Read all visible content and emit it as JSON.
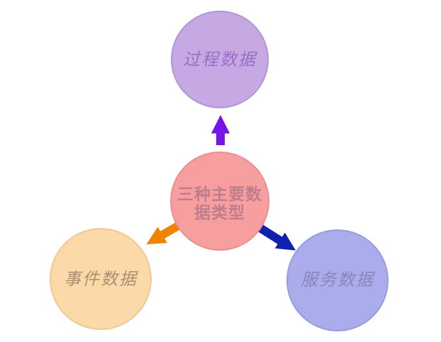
{
  "canvas": {
    "background": "#ffffff"
  },
  "center_node": {
    "id": "main-data-types",
    "label_lines": [
      "三种主要数",
      "据类型"
    ],
    "fill": "#F79E9F",
    "border": "#ED8E90",
    "text_color": "#BF7E8D"
  },
  "nodes": [
    {
      "id": "process",
      "label": "过程数据",
      "fill": "#C6A9E3",
      "border": "#B294D6",
      "text_color": "#9B6FC5"
    },
    {
      "id": "event",
      "label": "事件数据",
      "fill": "#FBD9A9",
      "border": "#F2C792",
      "text_color": "#AB8F74"
    },
    {
      "id": "service",
      "label": "服务数据",
      "fill": "#ABACEC",
      "border": "#999BDE",
      "text_color": "#8A86BC"
    }
  ],
  "arrows": [
    {
      "to": "process",
      "color": "#7714E6"
    },
    {
      "to": "event",
      "color": "#F08400"
    },
    {
      "to": "service",
      "color": "#1021B0"
    }
  ]
}
